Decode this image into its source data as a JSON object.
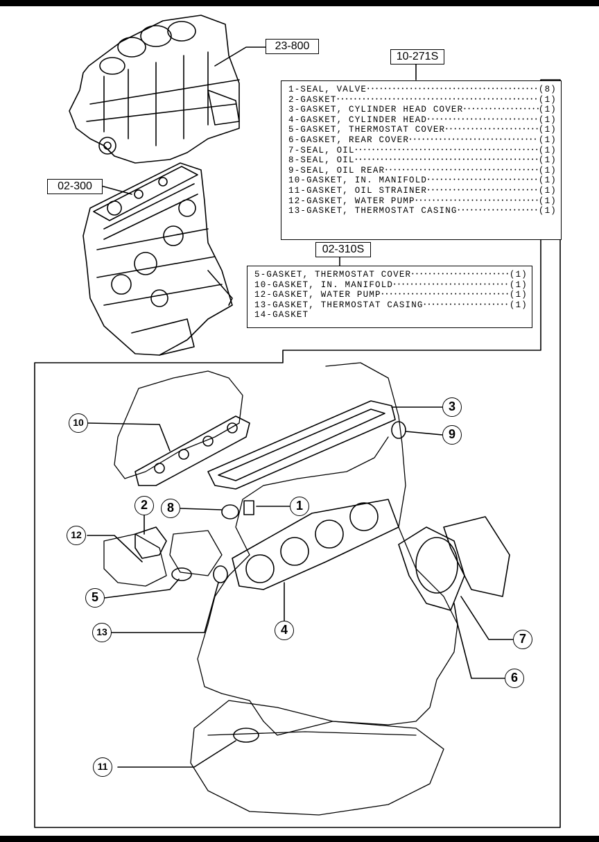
{
  "codes": {
    "engine_block": "23-800",
    "engine_assembly": "02-300",
    "full_kit": "10-271S",
    "partial_kit": "02-310S"
  },
  "full_kit_items": [
    {
      "name": "1-SEAL, VALVE",
      "qty": "(8)"
    },
    {
      "name": "2-GASKET",
      "qty": "(1)"
    },
    {
      "name": "3-GASKET, CYLINDER HEAD COVER",
      "qty": "(1)"
    },
    {
      "name": "4-GASKET, CYLINDER HEAD",
      "qty": "(1)"
    },
    {
      "name": "5-GASKET, THERMOSTAT COVER",
      "qty": "(1)"
    },
    {
      "name": "6-GASKET, REAR COVER",
      "qty": "(1)"
    },
    {
      "name": "7-SEAL, OIL",
      "qty": "(1)"
    },
    {
      "name": "8-SEAL, OIL",
      "qty": "(1)"
    },
    {
      "name": "9-SEAL, OIL REAR",
      "qty": "(1)"
    },
    {
      "name": "10-GASKET, IN. MANIFOLD",
      "qty": "(1)"
    },
    {
      "name": "11-GASKET, OIL STRAINER",
      "qty": "(1)"
    },
    {
      "name": "12-GASKET, WATER PUMP",
      "qty": "(1)"
    },
    {
      "name": "13-GASKET, THERMOSTAT CASING",
      "qty": "(1)"
    }
  ],
  "partial_kit_items": [
    {
      "name": "5-GASKET, THERMOSTAT COVER",
      "qty": "(1)"
    },
    {
      "name": "10-GASKET, IN. MANIFOLD",
      "qty": "(1)"
    },
    {
      "name": "12-GASKET, WATER PUMP",
      "qty": "(1)"
    },
    {
      "name": "13-GASKET, THERMOSTAT CASING",
      "qty": "(1)"
    },
    {
      "name": "14-GASKET",
      "qty": ""
    }
  ],
  "callouts": [
    "1",
    "2",
    "3",
    "4",
    "5",
    "6",
    "7",
    "8",
    "9",
    "10",
    "11",
    "12",
    "13"
  ]
}
